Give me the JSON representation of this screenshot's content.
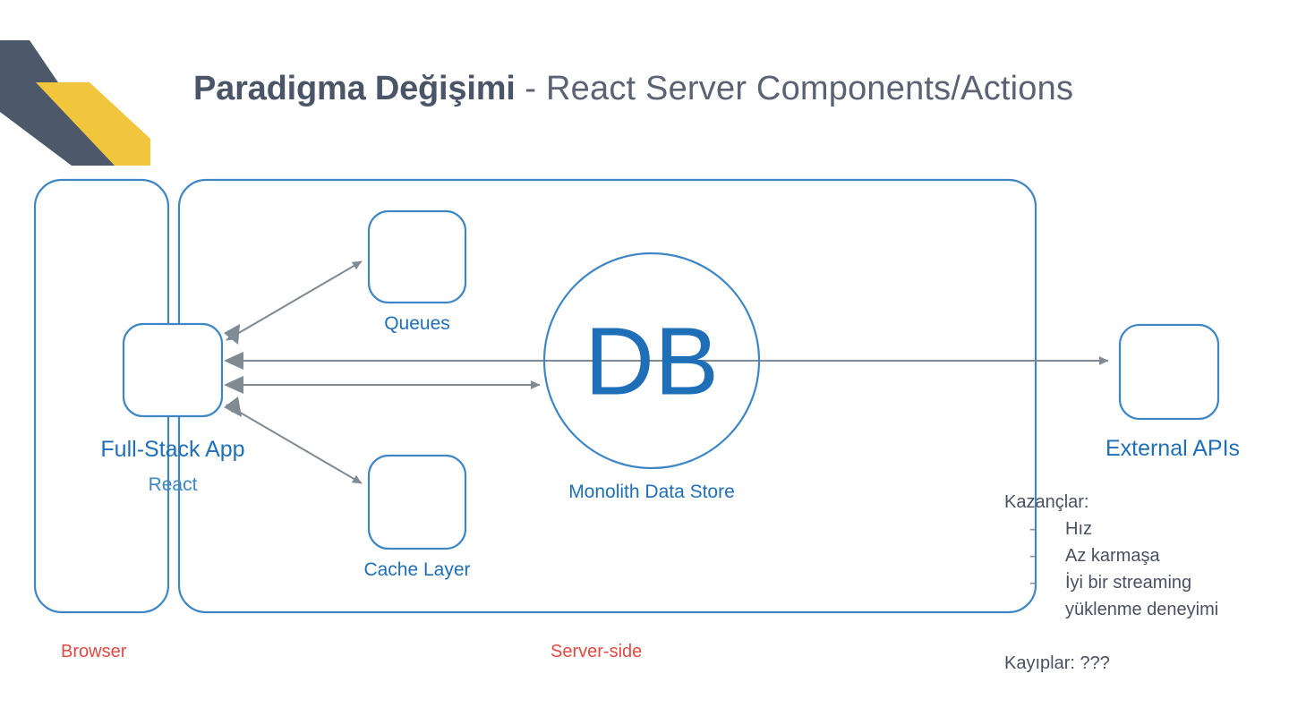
{
  "slide": {
    "title_strong": "Paradigma Değişimi",
    "title_light": " - React Server Components/Actions",
    "background_color": "#ffffff"
  },
  "decoration": {
    "dark_band_color": "#4d586b",
    "accent_band_color": "#f2c63c",
    "name": "corner-diagonal-bands"
  },
  "diagram": {
    "type": "architecture-diagram",
    "stroke_color": "#3f86c4",
    "arrow_color": "#808a93",
    "zones": [
      {
        "id": "browser",
        "label": "Browser",
        "label_color": "#e04a42"
      },
      {
        "id": "server",
        "label": "Server-side",
        "label_color": "#e04a42"
      }
    ],
    "nodes": [
      {
        "id": "fullstack-app",
        "shape": "rounded-square",
        "label": "Full-Stack App",
        "sublabel": "React",
        "label_color": "#1f6fb8",
        "sublabel_color": "#3f86c4"
      },
      {
        "id": "queues",
        "shape": "rounded-square",
        "label": "Queues",
        "label_color": "#1f6fb8"
      },
      {
        "id": "cache-layer",
        "shape": "rounded-square",
        "label": "Cache Layer",
        "label_color": "#1f6fb8"
      },
      {
        "id": "monolith-data-store",
        "shape": "circle",
        "inner_text": "DB",
        "label": "Monolith Data Store",
        "label_color": "#1f6fb8",
        "inner_text_color": "#1f6fb8"
      },
      {
        "id": "external-apis",
        "shape": "rounded-square",
        "label": "External APIs",
        "label_color": "#1f6fb8"
      }
    ],
    "edges": [
      {
        "from": "fullstack-app",
        "to": "queues",
        "direction": "both"
      },
      {
        "from": "fullstack-app",
        "to": "cache-layer",
        "direction": "both"
      },
      {
        "from": "monolith-data-store",
        "to": "fullstack-app",
        "direction": "to"
      },
      {
        "from": "fullstack-app",
        "to": "monolith-data-store",
        "direction": "both"
      },
      {
        "from": "fullstack-app",
        "to": "external-apis",
        "direction": "to"
      }
    ]
  },
  "notes": {
    "gains_heading": "Kazançlar:",
    "gains": [
      "Hız",
      "Az karmaşa",
      "İyi bir streaming",
      "yüklenme deneyimi"
    ],
    "bullet_dash": "-",
    "losses": "Kayıplar: ???",
    "text_color": "#4a5060"
  }
}
